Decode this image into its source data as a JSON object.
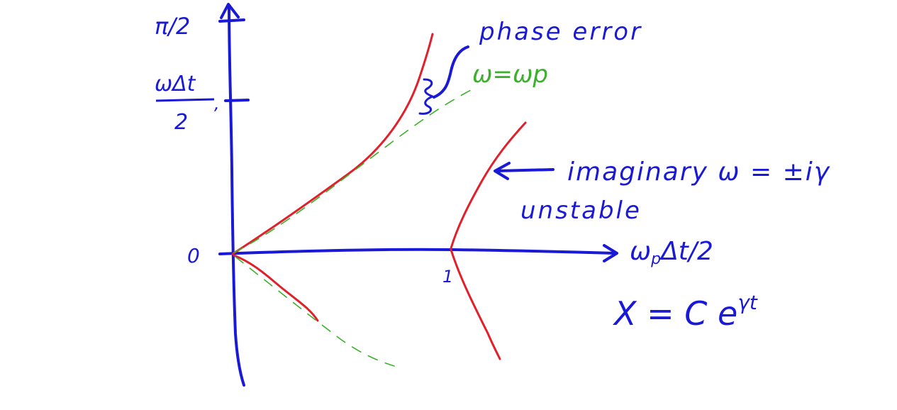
{
  "labels": {
    "y_top": "π/2",
    "y_frac_num": "ωΔt",
    "y_frac_den": "2",
    "y_one": ",",
    "origin": "0",
    "x_axis": "ω",
    "x_axis_sub": "p",
    "x_axis_rest": "Δt/2",
    "x_one": "1",
    "phase_error": "phase error",
    "omega_eq_omega_p": "ω=ωp",
    "imaginary": "imaginary ω = ±iγ",
    "unstable": "unstable",
    "solution_base": "X = C e",
    "solution_exp": "γt"
  },
  "colors": {
    "ink_blue": "#1a1ad6",
    "red_curve": "#e0202a",
    "green_dashed": "#3cb02c"
  }
}
